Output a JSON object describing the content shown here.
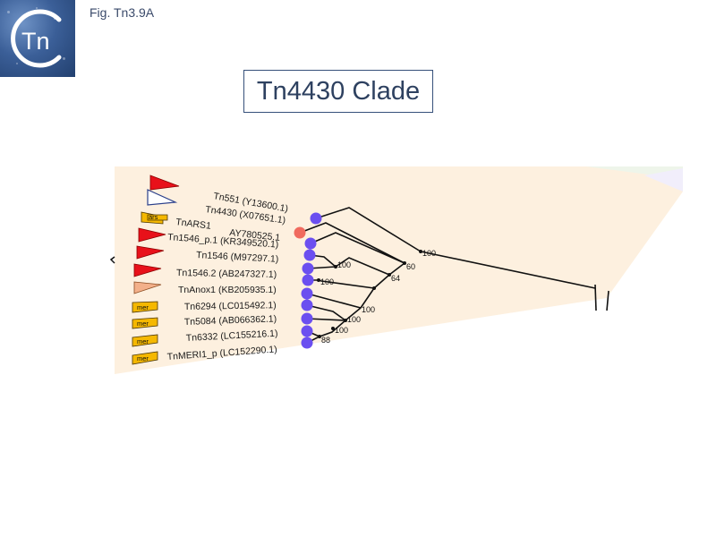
{
  "figure_label": "Fig. Tn3.9A",
  "logo_text": "Tn",
  "title": "Tn4430 Clade",
  "colors": {
    "fan_fill": "#fdf0df",
    "node_blue": "#6b4ff0",
    "node_red": "#f06a5e",
    "tri_red": "#e8111a",
    "tri_peach": "#f3b08a",
    "mer_orange": "#f5b800"
  },
  "leaves": [
    {
      "name": "Tn551 (Y13600.1)",
      "icon": "red-triangle"
    },
    {
      "name": "Tn4430 (X07651.1)",
      "icon": "outline-triangle"
    },
    {
      "name": "TnARS1",
      "accession": "AY780525.1",
      "icon": "ars-box",
      "icon_text": "ars"
    },
    {
      "name": "Tn1546_p.1 (KR349520.1)",
      "icon": "red-triangle"
    },
    {
      "name": "Tn1546 (M97297.1)",
      "icon": "none"
    },
    {
      "name": "Tn1546.2 (AB247327.1)",
      "icon": "red-triangle"
    },
    {
      "name": "TnAnox1 (KB205935.1)",
      "icon": "peach-triangle"
    },
    {
      "name": "Tn6294 (LC015492.1)",
      "icon": "mer-box",
      "icon_text": "mer"
    },
    {
      "name": "Tn5084 (AB066362.1)",
      "icon": "mer-box",
      "icon_text": "mer"
    },
    {
      "name": "Tn6332 (LC155216.1)",
      "icon": "mer-box",
      "icon_text": "mer"
    },
    {
      "name": "TnMERI1_p (LC152290.1)",
      "icon": "mer-box",
      "icon_text": "mer"
    }
  ],
  "bootstraps": [
    "100",
    "60",
    "64",
    "100",
    "100",
    "100",
    "100",
    "100",
    "88"
  ]
}
